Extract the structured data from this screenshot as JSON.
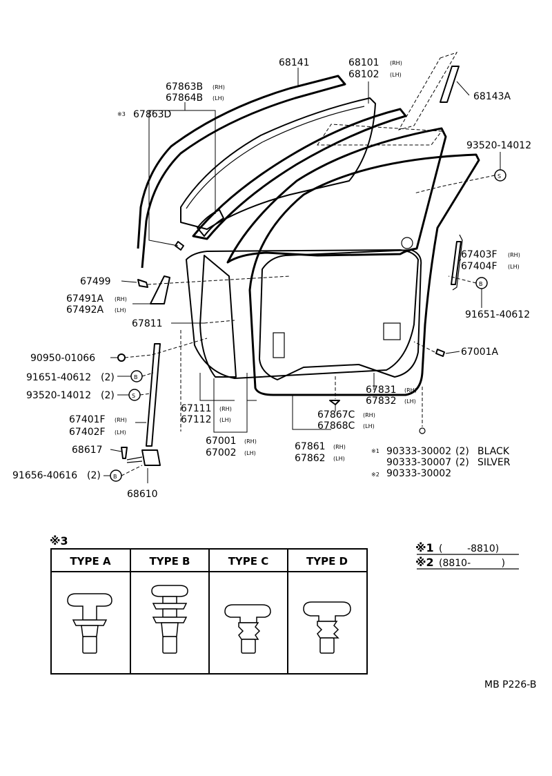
{
  "labels": {
    "p68141": "68141",
    "p68101": "68101",
    "p68102": "68102",
    "p67863b": "67863B",
    "p67864b": "67864B",
    "p67863d": "67863D",
    "p68143a": "68143A",
    "p93520_top": "93520-14012",
    "p67403f": "67403F",
    "p67404f": "67404F",
    "p91651_right": "91651-40612",
    "p67499": "67499",
    "p67491a": "67491A",
    "p67492a": "67492A",
    "p67811": "67811",
    "p67001a": "67001A",
    "p90950": "90950-01066",
    "p91651_left": "91651-40612",
    "p93520_left": "93520-14012",
    "p67401f": "67401F",
    "p67402f": "67402F",
    "p68617": "68617",
    "p91656": "91656-40616",
    "p68610": "68610",
    "p67111": "67111",
    "p67112": "67112",
    "p67001": "67001",
    "p67002": "67002",
    "p67831": "67831",
    "p67832": "67832",
    "p67867c": "67867C",
    "p67868c": "67868C",
    "p67861": "67861",
    "p67862": "67862",
    "qty2": "(2)",
    "rh": "(RH)",
    "lh": "(LH)",
    "s_symbol": "S",
    "b_symbol": "B",
    "note1_mark": "※1",
    "note2_mark": "※2",
    "note3_mark": "※3",
    "n1_part_a": "90333-30002",
    "n1_color_a": "BLACK",
    "n1_part_b": "90333-30007",
    "n1_color_b": "SILVER",
    "n2_part": "90333-30002"
  },
  "types_table": {
    "title": "※3",
    "headers": [
      "TYPE  A",
      "TYPE  B",
      "TYPE  C",
      "TYPE  D"
    ]
  },
  "footnotes": {
    "f1_mark": "※1",
    "f1_range": "(        -8810)",
    "f2_mark": "※2",
    "f2_range": "(8810-          )"
  },
  "diagram_code": "MB P226-B"
}
